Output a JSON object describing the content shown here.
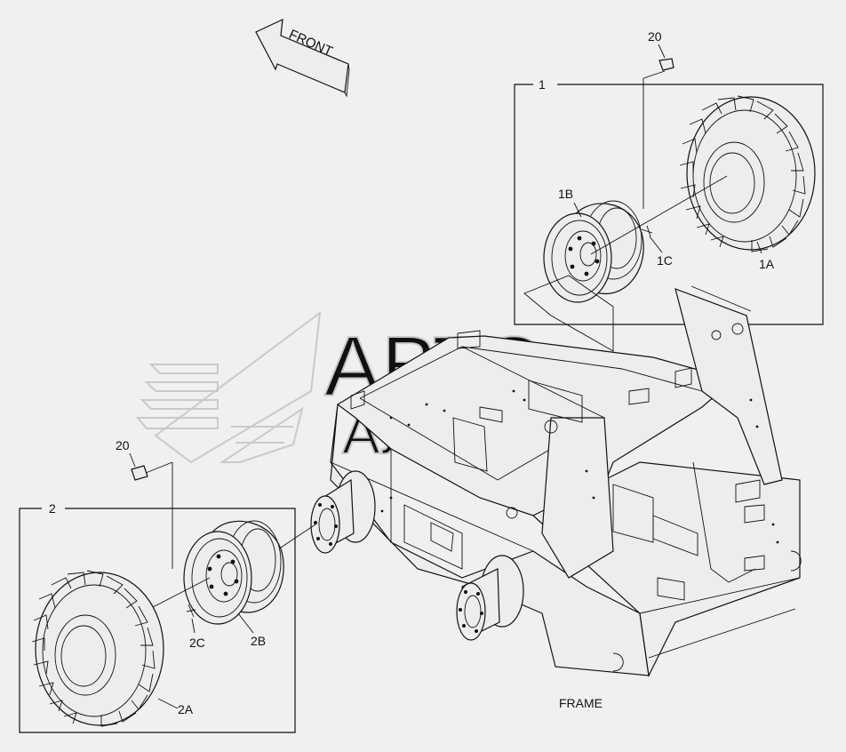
{
  "direction_label": "FRONT",
  "frame_label": "FRAME",
  "watermark": {
    "line1": "АВТО",
    "line2": "АЛЬЯНС"
  },
  "groups": [
    {
      "id": "1",
      "parts": [
        "1A",
        "1B",
        "1C"
      ]
    },
    {
      "id": "2",
      "parts": [
        "2A",
        "2B",
        "2C"
      ]
    }
  ],
  "callouts": {
    "nut_top": "20",
    "nut_left": "20",
    "tire_1": "1A",
    "rim_1": "1B",
    "valve_1": "1C",
    "tire_2": "2A",
    "rim_2": "2B",
    "valve_2": "2C"
  },
  "colors": {
    "background": "#f0f0f0",
    "line": "#111111",
    "watermark": "#c9c9c9"
  },
  "icons": [
    "front-arrow-icon",
    "tire-icon",
    "rim-icon",
    "valve-icon",
    "nut-icon",
    "frame-icon",
    "logo-watermark-icon"
  ]
}
